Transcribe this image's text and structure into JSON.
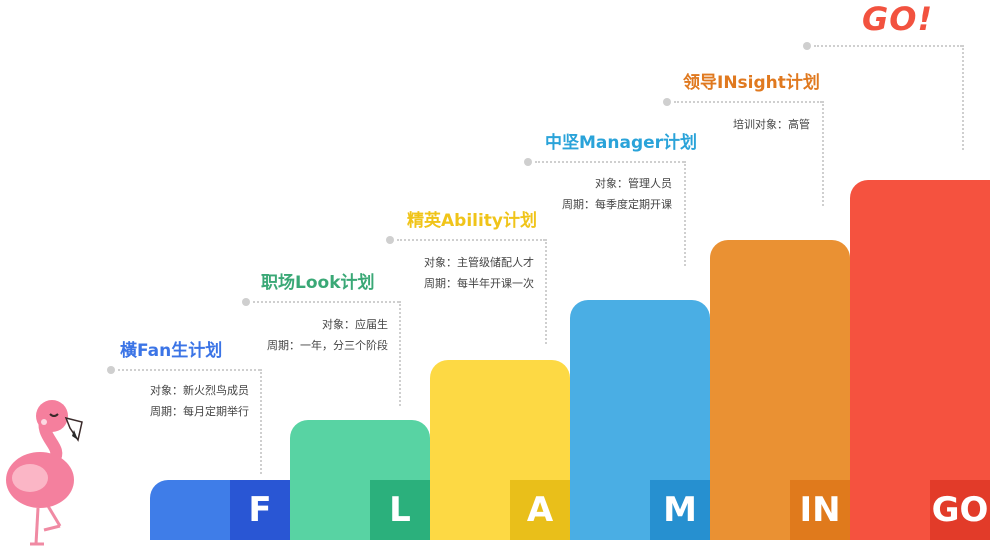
{
  "header": {
    "go_label": "GO!"
  },
  "plans": [
    {
      "title": "橫Fan生计划",
      "color": "#3b74e6",
      "lines": [
        "对象：新火烈鸟成员",
        "周期：每月定期举行"
      ]
    },
    {
      "title": "职场Look计划",
      "color": "#3aa876",
      "lines": [
        "对象：应届生",
        "周期：一年，分三个阶段"
      ]
    },
    {
      "title": "精英Ability计划",
      "color": "#f0c419",
      "lines": [
        "对象：主管级储配人才",
        "周期：每半年开课一次"
      ]
    },
    {
      "title": "中坚Manager计划",
      "color": "#2aa3d9",
      "lines": [
        "对象：管理人员",
        "周期：每季度定期开课"
      ]
    },
    {
      "title": "领导INsight计划",
      "color": "#e0791f",
      "lines": [
        "培训对象：高管"
      ]
    }
  ],
  "bars": [
    {
      "letter": "F",
      "color": "#3f7de8",
      "accent": "#2956d4"
    },
    {
      "letter": "L",
      "color": "#58d3a3",
      "accent": "#2bb07c"
    },
    {
      "letter": "A",
      "color": "#fdd944",
      "accent": "#e9bf1a"
    },
    {
      "letter": "M",
      "color": "#4aaee4",
      "accent": "#2690d0"
    },
    {
      "letter": "IN",
      "color": "#ea9133",
      "accent": "#e07a1c"
    },
    {
      "letter": "GO",
      "color": "#f5523f",
      "accent": "#e23b29"
    }
  ],
  "icons": {
    "mascot": "flamingo-icon"
  }
}
